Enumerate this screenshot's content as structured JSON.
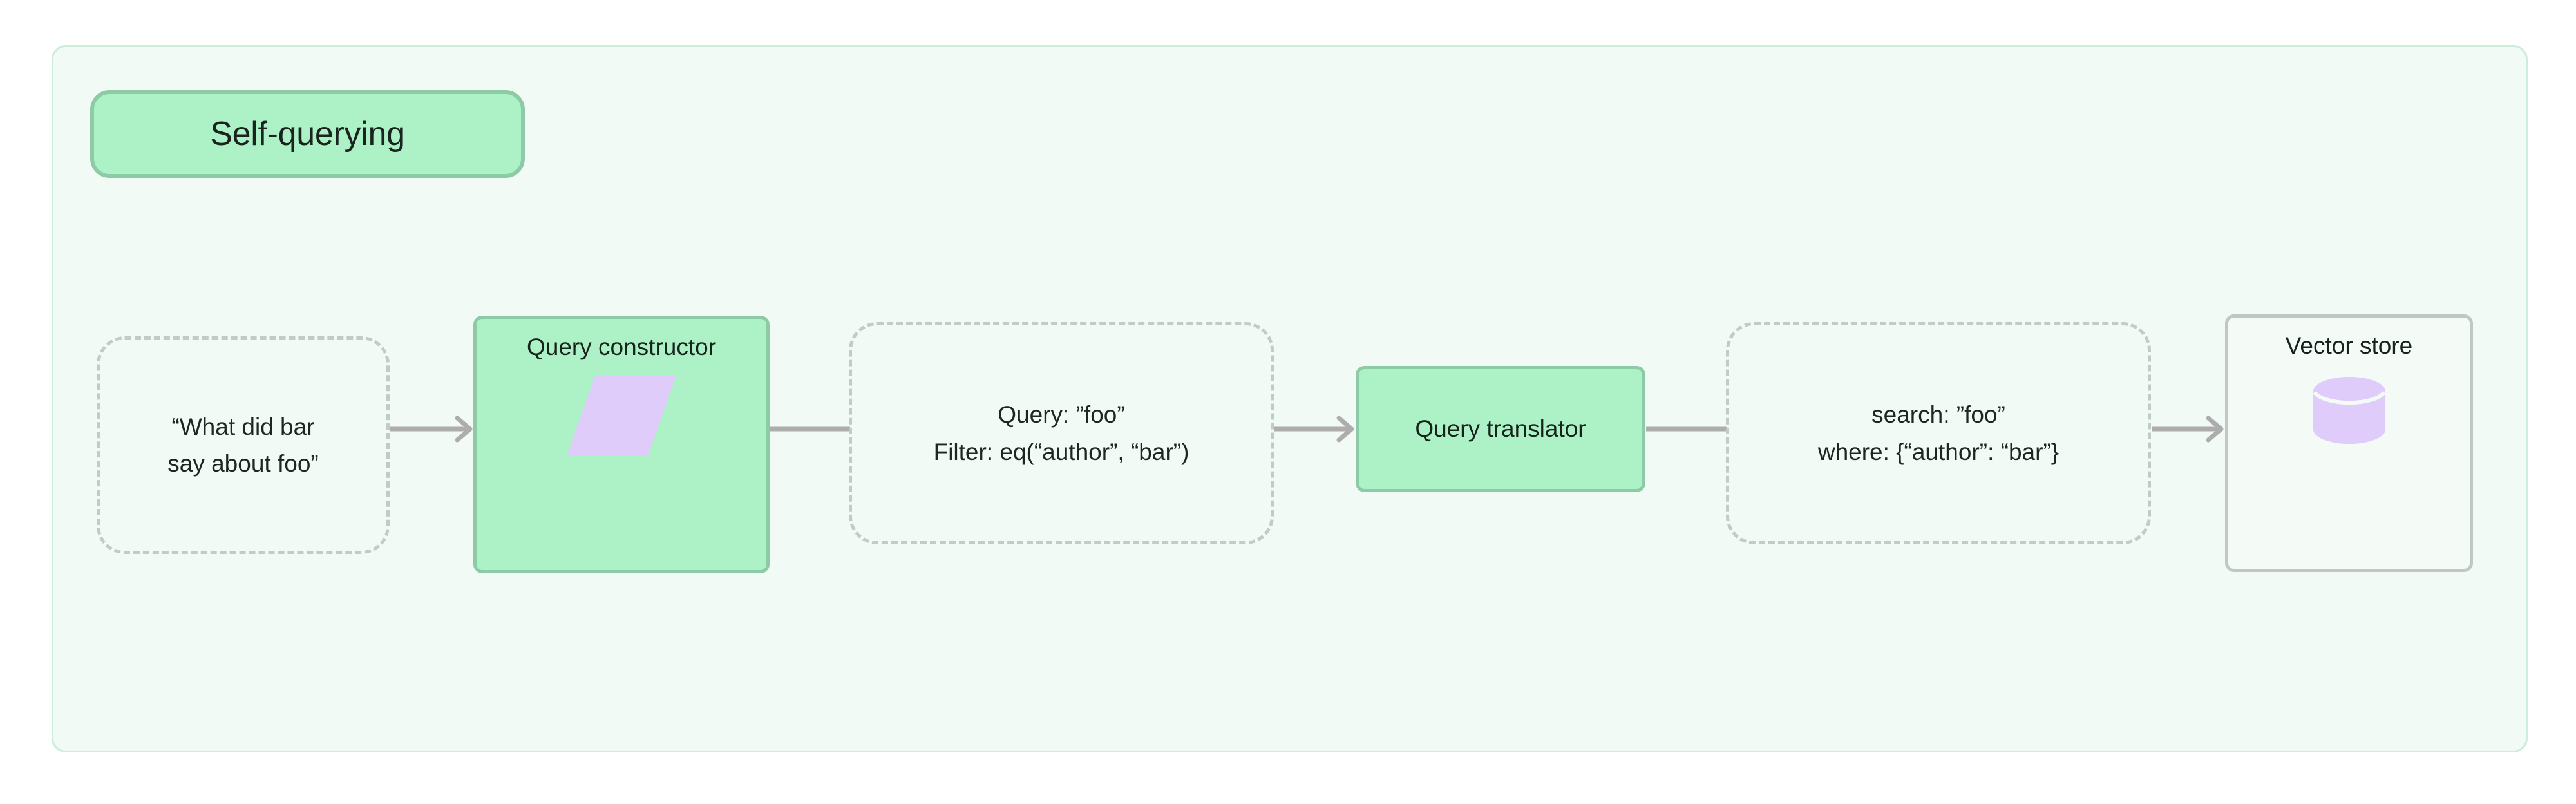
{
  "diagram": {
    "type": "flowchart",
    "orientation": "left-to-right",
    "title": "Self-querying",
    "colors": {
      "page_background": "#FFFFFF",
      "container_background": "#F2FAF5",
      "container_border": "#CBEEDA",
      "process_fill": "#ADF1C6",
      "process_border": "#8CCBA5",
      "dashed_border": "#C2CCC7",
      "store_fill": "#F4FBF7",
      "store_border": "#BFC8C4",
      "icon_purple": "#DFCCFA",
      "arrow": "#ADADAD",
      "text": "#1C2722"
    }
  },
  "nodes": [
    {
      "id": "question",
      "kind": "dashed",
      "label": "“What did bar\nsay about foo”",
      "icon": null
    },
    {
      "id": "constructor",
      "kind": "green",
      "label": "Query constructor",
      "icon": "parallelogram-icon"
    },
    {
      "id": "structured",
      "kind": "dashed",
      "label": "Query: ”foo”\nFilter: eq(“author”, “bar”)",
      "icon": null
    },
    {
      "id": "translator",
      "kind": "green",
      "label": "Query translator",
      "icon": null
    },
    {
      "id": "vectorquery",
      "kind": "dashed",
      "label": "search: ”foo”\nwhere: {“author”: “bar”}",
      "icon": null
    },
    {
      "id": "vectorstore",
      "kind": "store",
      "label": "Vector store",
      "icon": "database-cylinder-icon"
    }
  ],
  "edges": [
    {
      "id": "edge-1",
      "from": "question",
      "to": "constructor",
      "arrowhead": "open-chevron"
    },
    {
      "id": "edge-2",
      "from": "constructor",
      "to": "structured",
      "arrowhead": "none"
    },
    {
      "id": "edge-3",
      "from": "structured",
      "to": "translator",
      "arrowhead": "open-chevron"
    },
    {
      "id": "edge-4",
      "from": "translator",
      "to": "vectorquery",
      "arrowhead": "none"
    },
    {
      "id": "edge-5",
      "from": "vectorquery",
      "to": "vectorstore",
      "arrowhead": "open-chevron"
    }
  ]
}
